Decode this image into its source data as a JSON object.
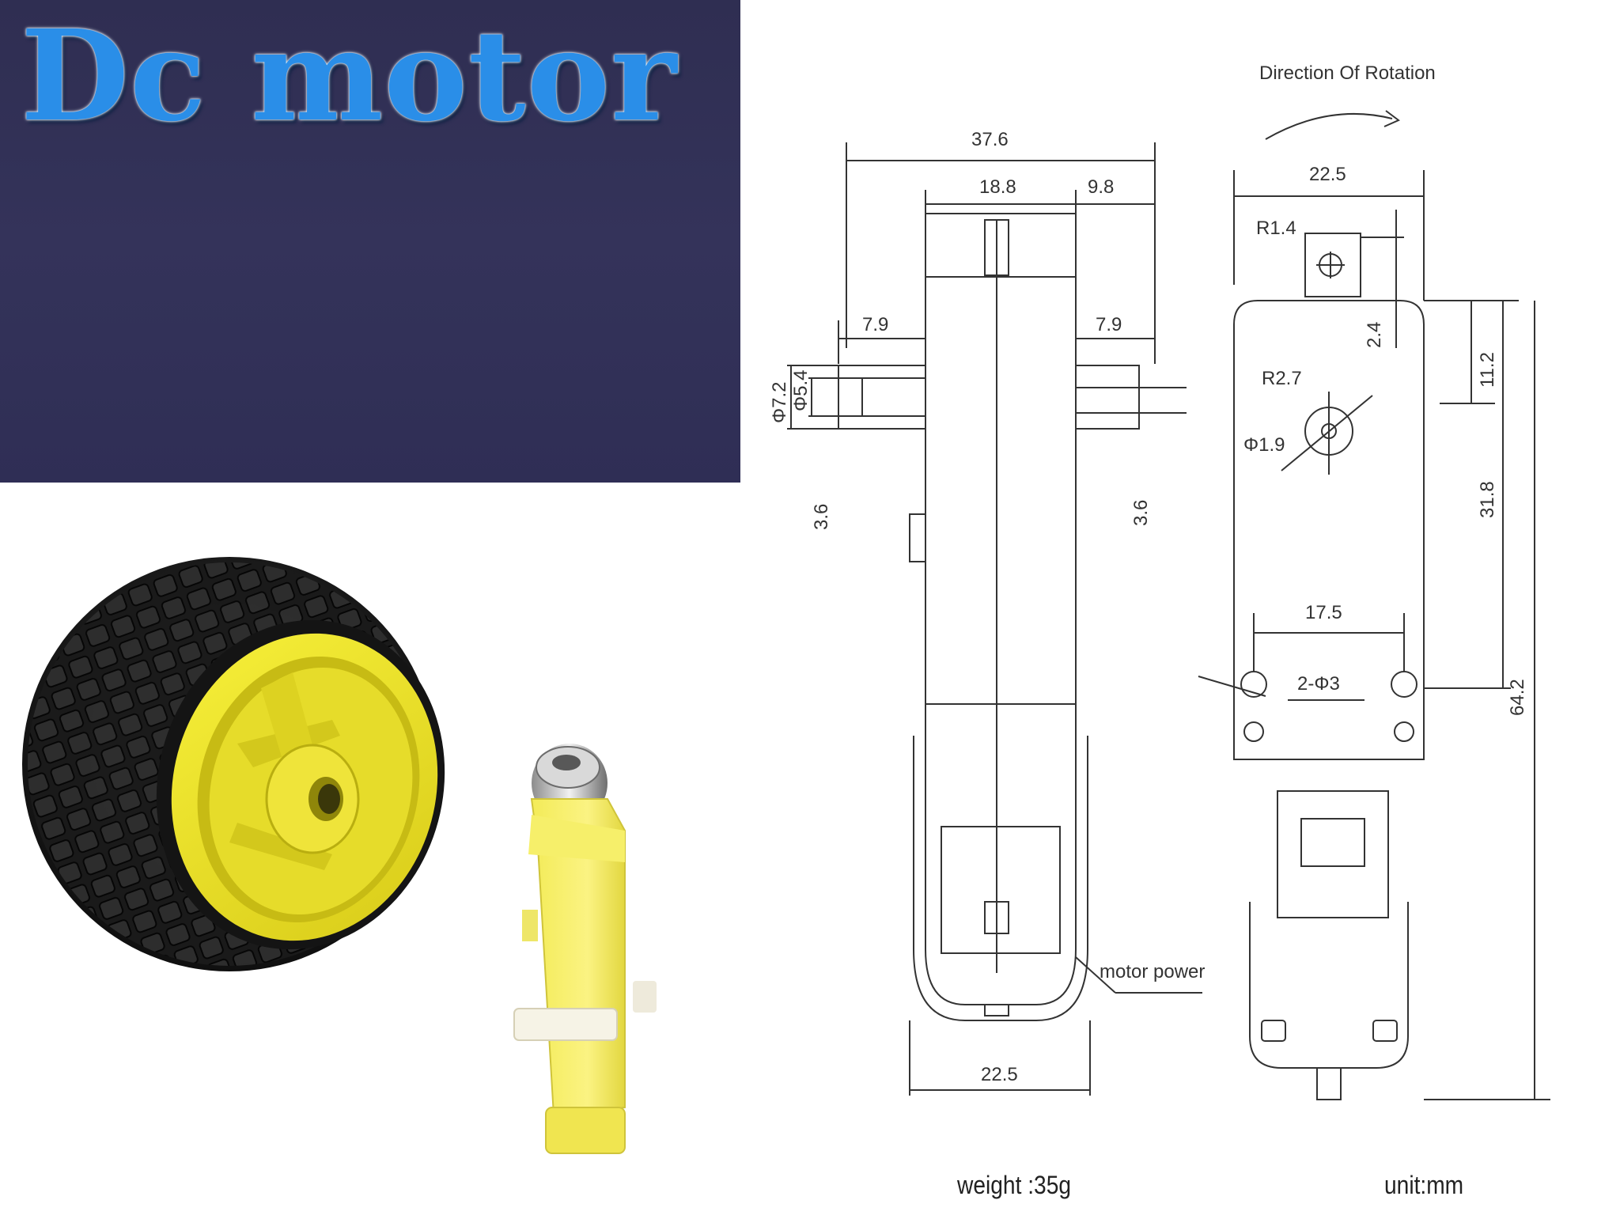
{
  "title": "Dc motor",
  "drawing": {
    "direction_label": "Direction Of Rotation",
    "side": {
      "width_overall": "37.6",
      "width_body": "18.8",
      "offset_right": "9.8",
      "shaft_left": "7.9",
      "shaft_right": "7.9",
      "outer_diameter": "Φ7.2",
      "inner_diameter": "Φ5.4",
      "left_offset": "3.6",
      "right_offset": "3.6",
      "base_width": "22.5",
      "motor_power_label": "motor power"
    },
    "front": {
      "width": "22.5",
      "radius_top": "R1.4",
      "dim_2_4": "2.4",
      "radius_center": "R2.7",
      "hole_diameter": "Φ1.9",
      "dim_11_2": "11.2",
      "dim_31_8": "31.8",
      "hole_spacing": "17.5",
      "holes": "2-Φ3",
      "height": "64.2"
    },
    "weight": "weight :35g",
    "unit": "unit:mm"
  },
  "colors": {
    "title_panel": "#32315a",
    "title_text": "#2a8ee8",
    "wheel_yellow": "#f2e92a",
    "tire_black": "#1c1c1c"
  }
}
